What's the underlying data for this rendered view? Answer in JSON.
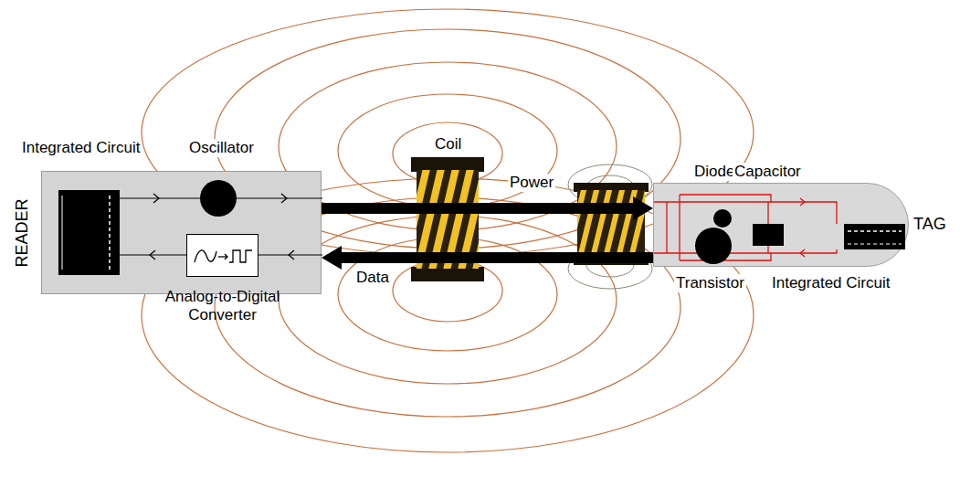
{
  "diagram": {
    "nodes": [
      {
        "text": [
          "READER"
        ]
      },
      {
        "text": [
          "Analog-to-Digital Converter"
        ],
        "in": 0
      },
      {
        "text": [
          "TAG"
        ]
      }
    ],
    "edges": [
      {
        "from": 0,
        "to": 2,
        "arrow": "to",
        "label": "Power"
      },
      {
        "from": 2,
        "to": 0,
        "arrow": "to",
        "label": "Data"
      }
    ],
    "labels": [
      "Integrated Circuit",
      "Oscillator",
      "Coil",
      "Diode",
      "Capacitor",
      "Transistor",
      "Integrated Circuit"
    ]
  }
}
